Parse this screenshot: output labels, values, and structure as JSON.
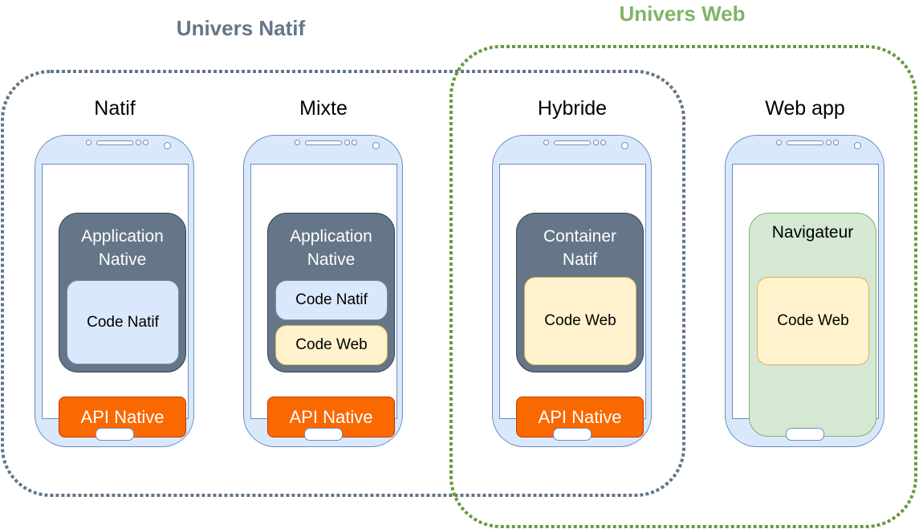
{
  "regions": {
    "natif": {
      "title": "Univers Natif",
      "color": "#647687"
    },
    "web": {
      "title": "Univers Web",
      "color": "#82b366"
    }
  },
  "columns": [
    {
      "label": "Natif",
      "app_title_line1": "Application",
      "app_title_line2": "Native",
      "code_primary": "Code Natif",
      "api": "API Native"
    },
    {
      "label": "Mixte",
      "app_title_line1": "Application",
      "app_title_line2": "Native",
      "code_primary": "Code Natif",
      "code_secondary": "Code Web",
      "api": "API Native"
    },
    {
      "label": "Hybride",
      "app_title_line1": "Container",
      "app_title_line2": "Natif",
      "code_primary": "Code Web",
      "api": "API Native"
    },
    {
      "label": "Web app",
      "browser_title": "Navigateur",
      "code_primary": "Code Web"
    }
  ],
  "colors": {
    "phone_fill": "#dae8fc",
    "phone_stroke": "#6c8ebf",
    "app_container": "#647687",
    "code_natif": "#dae8fc",
    "code_web": "#fff2cc",
    "api": "#fa6800",
    "browser": "#d5e8d4"
  }
}
